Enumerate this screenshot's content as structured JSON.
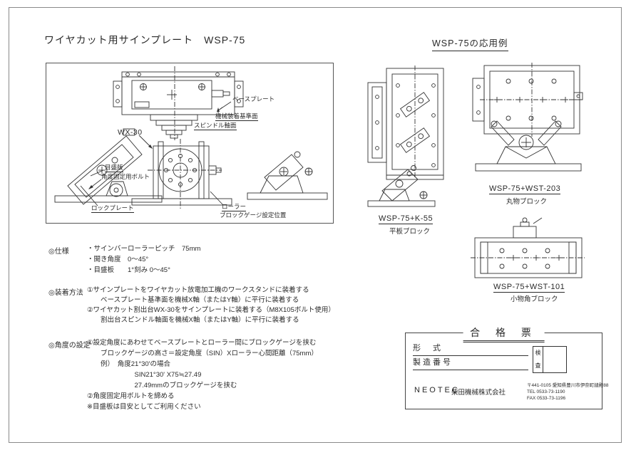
{
  "page": {
    "title": "ワイヤカット用サインプレート　WSP-75",
    "examples_title": "WSP-75の応用例"
  },
  "drawing_labels": {
    "base_plate": "ベースプレート",
    "machine_mount_surface": "機械装着基準面",
    "spindle_surface": "スピンドル軸面",
    "wx30": "WX-30",
    "scale_plate": "目盛版",
    "angle_lock_bolt": "角度固定用ボルト",
    "lock_plate": "ロックプレート",
    "roller": "ローラー",
    "block_gauge_position": "ブロックゲージ設定位置"
  },
  "specs": {
    "sections": [
      {
        "heading": "◎仕様",
        "lines": [
          "・サインバーローラーピッチ　75mm",
          "・開き角度　0～45°",
          "・目盛板　　1°刻み 0～45°"
        ]
      },
      {
        "heading": "◎装着方法",
        "lines": [
          "①サインプレートをワイヤカット放電加工機のワークスタンドに装着する",
          "　　ベースプレート基準面を機械X軸（またはY軸）に平行に装着する",
          "②ワイヤカット割出台WX-30をサインプレートに装着する（M8X105ボルト使用）",
          "　　割出台スピンドル軸面を機械X軸（またはY軸）に平行に装着する"
        ]
      },
      {
        "heading": "◎角度の設定",
        "lines": [
          "①設定角度にあわせてベースプレートとローラー間にブロックゲージを挟む",
          "　　ブロックゲージの高さ＝設定角度（SIN）Xローラー心間距離（75mm）",
          "　　例）　角度21°30'の場合",
          "　　　　　　　SIN21°30' X75≒27.49",
          "　　　　　　　27.49mmのブロックゲージを挟む",
          "②角度固定用ボルトを締める",
          "※目盛板は目安としてご利用ください"
        ]
      }
    ]
  },
  "examples": [
    {
      "model": "WSP-75+K-55",
      "caption": "平板ブロック"
    },
    {
      "model": "WSP-75+WST-203",
      "caption": "丸物ブロック"
    },
    {
      "model": "WSP-75+WST-101",
      "caption": "小物角ブロック"
    }
  ],
  "certificate": {
    "title": "合 格 票",
    "model_label": "形　式",
    "serial_label": "製造番号",
    "inspector_top": "検",
    "inspector_bottom": "査",
    "brand": "NEOTEC",
    "company": "柴田機械株式会社",
    "address": "〒441-0105 愛知県豊川市伊奈町縫殿88",
    "tel": "TEL 0533-73-1190",
    "fax": "FAX 0533-73-1196"
  }
}
